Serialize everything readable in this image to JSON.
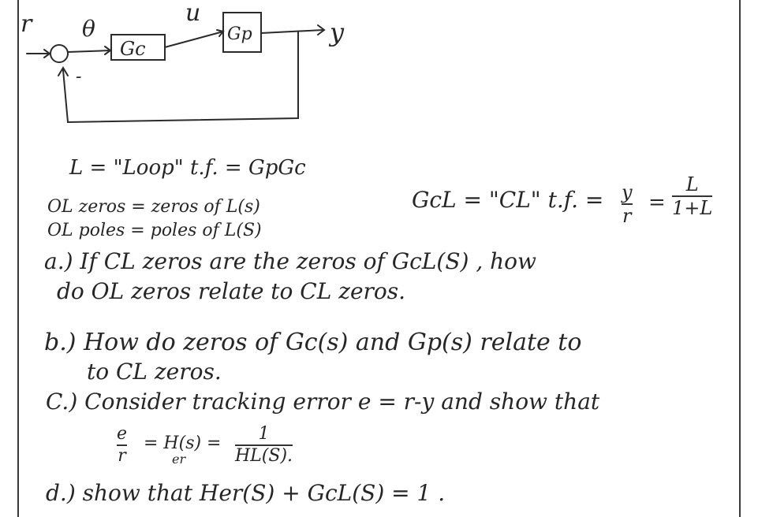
{
  "diagram": {
    "signals": {
      "input": "r",
      "error": "θ",
      "control": "u",
      "output": "y",
      "feedback_sign": "-"
    },
    "blocks": {
      "controller": "Gc",
      "plant": "Gp"
    }
  },
  "definitions": {
    "loop_tf": "L = \"Loop\"   t.f. = GpGc",
    "ol_zeros": "OL zeros  =  zeros of  L(s)",
    "ol_poles": "OL poles  =  poles of  L(S)",
    "gcl_lhs": "GcL = \"CL\" t.f. =",
    "frac1_num": "y",
    "frac1_den": "r",
    "equals": "=",
    "frac2_num": "L",
    "frac2_den": "1+L"
  },
  "questions": {
    "a_line1": "a.)  If  CL zeros  are  the  zeros of  GcL(S) , how",
    "a_line2": "do  OL  zeros  relate  to  CL zeros.",
    "b_line1": "b.)  How do zeros of  Gc(s)  and  Gp(s)  relate  to",
    "b_line2": "to  CL zeros.",
    "c_line1": "C.)  Consider tracking  error   e = r-y  and  show  that",
    "c_e": "e",
    "c_r": "r",
    "c_mid": "=  H(s)  =",
    "c_sub": "er",
    "c_num": "1",
    "c_den": "HL(S).",
    "d_line": "d.)  show that   Her(S) + GcL(S) = 1 ."
  }
}
